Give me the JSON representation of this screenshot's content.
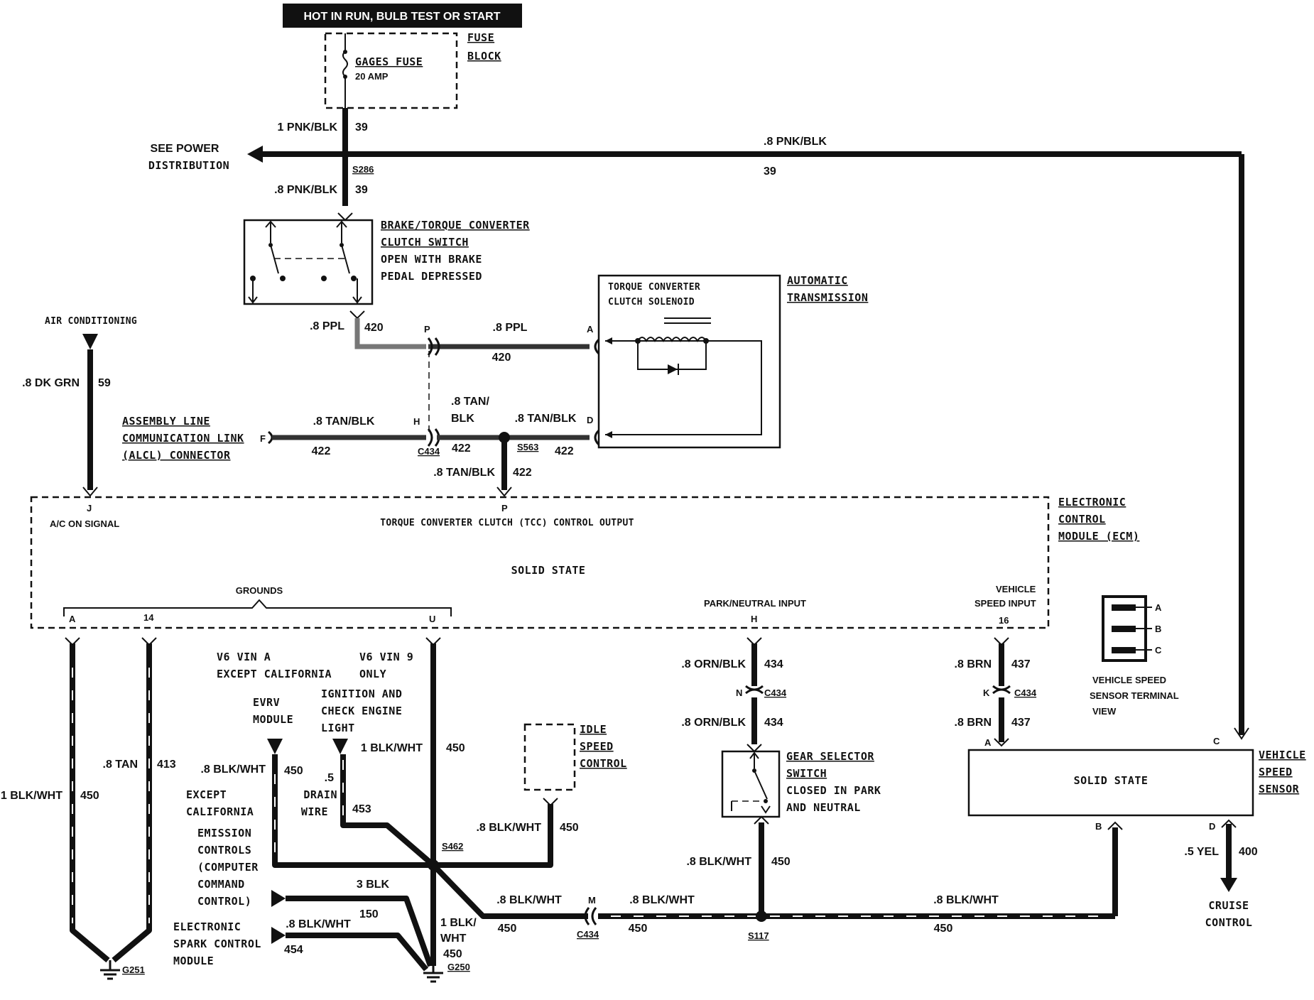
{
  "header": {
    "text": "HOT IN RUN,   BULB TEST OR START"
  },
  "fuse_block": {
    "title_line1": "FUSE",
    "title_line2": "BLOCK",
    "fuse_name": "GAGES FUSE",
    "fuse_rating": "20 AMP"
  },
  "wires_top": {
    "w1_label": "1 PNK/BLK",
    "w1_circuit": "39",
    "see_power_line1": "SEE POWER",
    "see_power_line2": "DISTRIBUTION",
    "splice_s286": "S286",
    "w2_label": ".8 PNK/BLK",
    "w2_circuit": "39",
    "w3_label": ".8 PNK/BLK",
    "w3_circuit": "39"
  },
  "brake_switch": {
    "line1": "BRAKE/TORQUE CONVERTER",
    "line2": "CLUTCH SWITCH",
    "line3": "OPEN WITH BRAKE",
    "line4": "PEDAL DEPRESSED"
  },
  "tcc_solenoid": {
    "title_line1": "TORQUE CONVERTER",
    "title_line2": "CLUTCH SOLENOID",
    "auto_trans_line1": "AUTOMATIC",
    "auto_trans_line2": "TRANSMISSION",
    "term_a": "A",
    "term_d": "D"
  },
  "ppl_circuit": {
    "w1_label": ".8 PPL",
    "w1_circuit": "420",
    "conn_p": "P",
    "w2_label": ".8 PPL",
    "w2_circuit": "420"
  },
  "air_conditioning": {
    "label": "AIR CONDITIONING",
    "wire_label": ".8 DK GRN",
    "circuit": "59"
  },
  "alcl": {
    "line1": "ASSEMBLY LINE",
    "line2": "COMMUNICATION LINK",
    "line3": "(ALCL) CONNECTOR",
    "term_f": "F",
    "w1_label": ".8 TAN/BLK",
    "w1_circuit": "422",
    "conn_h": "H",
    "conn_c434": "C434",
    "w2_label_line1": ".8 TAN/",
    "w2_label_line2": "BLK",
    "w2_circuit": "422",
    "w3_label": ".8 TAN/BLK",
    "splice_s563": "S563",
    "w3_circuit": "422",
    "w4_label": ".8 TAN/BLK",
    "w4_circuit": "422"
  },
  "ecm": {
    "title_line1": "ELECTRONIC",
    "title_line2": "CONTROL",
    "title_line3": "MODULE (ECM)",
    "pin_j": "J",
    "ac_signal": "A/C ON SIGNAL",
    "pin_p": "P",
    "tcc_output": "TORQUE CONVERTER CLUTCH (TCC) CONTROL OUTPUT",
    "solid_state": "SOLID STATE",
    "grounds": "GROUNDS",
    "pin_a": "A",
    "pin_14": "14",
    "pin_u": "U",
    "park_neutral": "PARK/NEUTRAL INPUT",
    "pin_h": "H",
    "vss_input_line1": "VEHICLE",
    "vss_input_line2": "SPEED INPUT",
    "pin_16": "16"
  },
  "ground_wires": {
    "w1_label": "1 BLK/WHT",
    "w1_circuit": "450",
    "w2_label": ".8 TAN",
    "w2_circuit": "413",
    "g251": "G251",
    "g250": "G250",
    "u_label": "1 BLK/WHT",
    "u_circuit": "450"
  },
  "emission": {
    "v6a_line1": "V6 VIN A",
    "v6a_line2": "EXCEPT CALIFORNIA",
    "v69_line1": "V6 VIN 9",
    "v69_line2": "ONLY",
    "evrv_line1": "EVRV",
    "evrv_line2": "MODULE",
    "ign_line1": "IGNITION AND",
    "ign_line2": "CHECK ENGINE",
    "ign_line3": "LIGHT",
    "evrv_wire": ".8 BLK/WHT",
    "evrv_circuit": "450",
    "drain_size": ".5",
    "drain_line1": "DRAIN",
    "drain_line2": "WIRE",
    "drain_circuit": "453",
    "except_line1": "EXCEPT",
    "except_line2": "CALIFORNIA",
    "except_line3": "EMISSION",
    "except_line4": "CONTROLS",
    "except_line5": "(COMPUTER",
    "except_line6": "COMMAND",
    "except_line7": "CONTROL)",
    "blk3_label": "3 BLK",
    "esc_wire": ".8 BLK/WHT",
    "esc_circuit1": "150",
    "esc_circuit2": "454",
    "esc_line1": "ELECTRONIC",
    "esc_line2": "SPARK CONTROL",
    "esc_line3": "MODULE",
    "blkwht_line1": "1 BLK/",
    "blkwht_line2": "WHT",
    "blkwht_circuit": "450",
    "splice_s462": "S462"
  },
  "idle_speed": {
    "line1": "IDLE",
    "line2": "SPEED",
    "line3": "CONTROL",
    "wire_label": ".8 BLK/WHT",
    "circuit": "450"
  },
  "bottom_bus": {
    "w1_label": ".8 BLK/WHT",
    "w1_circuit": "450",
    "conn_m": "M",
    "conn_c434": "C434",
    "w2_label": ".8 BLK/WHT",
    "w2_circuit": "450",
    "splice_s117": "S117",
    "w3_label": ".8 BLK/WHT",
    "w3_circuit": "450"
  },
  "park_neutral_circuit": {
    "w1_label": ".8 ORN/BLK",
    "w1_circuit": "434",
    "conn_n": "N",
    "conn_c434": "C434",
    "w2_label": ".8 ORN/BLK",
    "w2_circuit": "434",
    "gear_line1": "GEAR SELECTOR",
    "gear_line2": "SWITCH",
    "gear_line3": "CLOSED IN PARK",
    "gear_line4": "AND NEUTRAL",
    "w3_label": ".8 BLK/WHT",
    "w3_circuit": "450"
  },
  "vss": {
    "w1_label": ".8 BRN",
    "w1_circuit": "437",
    "conn_k": "K",
    "conn_c434": "C434",
    "w2_label": ".8 BRN",
    "w2_circuit": "437",
    "term_a": "A",
    "term_b": "B",
    "term_c": "C",
    "term_d": "D",
    "solid_state": "SOLID STATE",
    "title_line1": "VEHICLE",
    "title_line2": "SPEED",
    "title_line3": "SENSOR",
    "out_label": ".5 YEL",
    "out_circuit": "400",
    "cruise_line1": "CRUISE",
    "cruise_line2": "CONTROL",
    "top_wire_label": ".8 PNK/BLK",
    "top_wire_circuit": "39",
    "view_a": "A",
    "view_b": "B",
    "view_c": "C",
    "view_line1": "VEHICLE SPEED",
    "view_line2": "SENSOR TERMINAL",
    "view_line3": "VIEW"
  }
}
